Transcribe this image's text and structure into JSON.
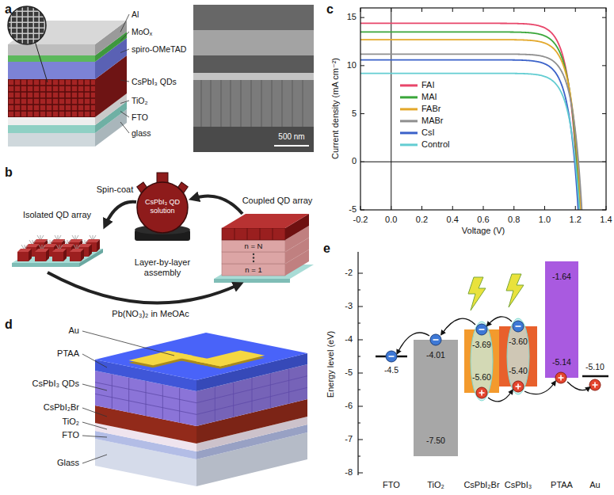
{
  "diagram": {
    "nodes": [
      {
        "text": [
          "-4.01",
          "-7.50"
        ]
      },
      {
        "text": [
          "-3.69",
          "-5.60"
        ]
      },
      {
        "text": [
          "-3.60",
          "-5.40"
        ]
      },
      {
        "text": [
          "-1.64",
          "-5.14"
        ]
      }
    ],
    "labels": [
      "a",
      "Al",
      "MoOₓ",
      "spiro-OMeTAD",
      "CsPbI₃ QDs",
      "TiO₂",
      "FTO",
      "glass",
      "500 nm",
      "b",
      "CsPbI₃ QD solution",
      "Isolated QD array",
      "Coupled QD array",
      "Spin-coat",
      "Layer-by-layer assembly",
      "n = N",
      "n = 1",
      "Pb(NO₃)₂ in MeOAc",
      "c",
      "Current density (mA cm⁻²)",
      "Voltage (V)",
      "-0.2",
      "0.0",
      "0.2",
      "0.4",
      "0.6",
      "0.8",
      "1.0",
      "1.2",
      "1.4",
      "-5",
      "0",
      "5",
      "10",
      "15",
      "d",
      "Au",
      "PTAA",
      "CsPbI₃ QDs",
      "CsPbI₂Br",
      "TiO₂",
      "FTO",
      "Glass",
      "e",
      "Energy level (eV)",
      "-2",
      "-3",
      "-4",
      "-5",
      "-6",
      "-7",
      "-8",
      "-4.5",
      "-5.10",
      "FTO",
      "TiO₂",
      "CsPbI₂Br",
      "CsPbI₃",
      "PTAA",
      "Au"
    ],
    "legend": [
      {
        "text": "FAI",
        "color": "#e8466a"
      },
      {
        "text": "MAI",
        "color": "#3aa63a"
      },
      {
        "text": "FABr",
        "color": "#e3a82b"
      },
      {
        "text": "MABr",
        "color": "#8f8f8f"
      },
      {
        "text": "CsI",
        "color": "#3b62c9"
      },
      {
        "text": "Control",
        "color": "#63cdd2"
      }
    ]
  }
}
